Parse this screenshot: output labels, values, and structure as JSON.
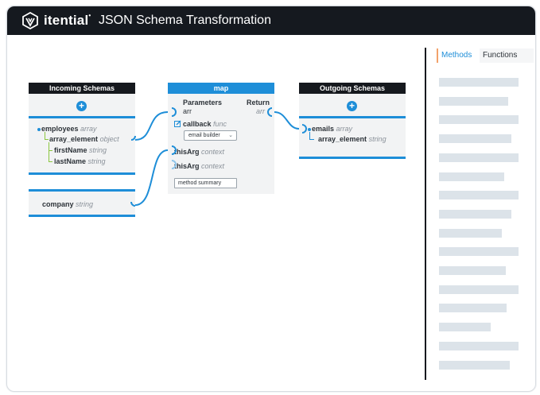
{
  "header": {
    "brand": "itential",
    "brand_mark": "•",
    "title": "JSON Schema Transformation"
  },
  "colors": {
    "header_bg": "#15191f",
    "accent_blue": "#1e8ed8",
    "tree_green": "#8cc63f",
    "skeleton": "#dce3e9"
  },
  "incoming": {
    "title": "Incoming Schemas",
    "add_icon": "plus-icon",
    "employees": {
      "name": "employees",
      "type": "array"
    },
    "array_element": {
      "name": "array_element",
      "type": "object"
    },
    "first_name": {
      "name": "firstName",
      "type": "string"
    },
    "last_name": {
      "name": "lastName",
      "type": "string"
    },
    "company": {
      "name": "company",
      "type": "string"
    }
  },
  "method": {
    "title": "map",
    "parameters_label": "Parameters",
    "parameters_type": "arr",
    "return_label": "Return",
    "return_type": "arr",
    "edit_icon": "edit-icon",
    "callback": {
      "name": "callback",
      "type": "func"
    },
    "callback_select": "email builder",
    "this_arg_1": {
      "name": "thisArg",
      "type": "context"
    },
    "this_arg_2": {
      "name": "thisArg",
      "type": "context"
    },
    "summary_input": "method summary"
  },
  "outgoing": {
    "title": "Outgoing Schemas",
    "add_icon": "plus-icon",
    "emails": {
      "name": "emails",
      "type": "array"
    },
    "array_element": {
      "name": "array_element",
      "type": "string"
    }
  },
  "sidebar": {
    "tabs": [
      "Methods",
      "Functions"
    ],
    "active_tab": "Methods",
    "placeholder_rows": 16
  }
}
